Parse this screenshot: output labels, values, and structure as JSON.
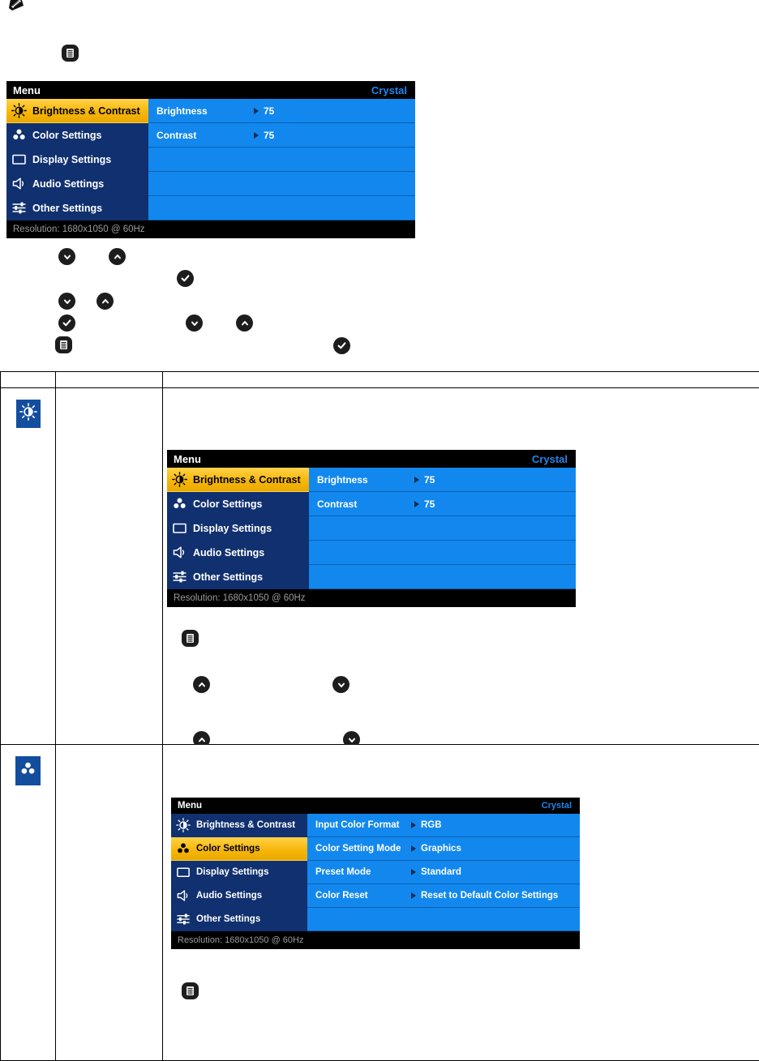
{
  "page": {
    "note_icon": "pencil-note-icon"
  },
  "keys": {
    "menu": "menu-key-icon",
    "up": "up-chevron-key-icon",
    "down": "down-chevron-key-icon",
    "ok": "checkmark-key-icon"
  },
  "osd_common": {
    "title": "Menu",
    "brand": "Crystal",
    "footer": "Resolution: 1680x1050 @ 60Hz",
    "sidebar": [
      {
        "label": "Brightness & Contrast",
        "icon": "brightness-icon"
      },
      {
        "label": "Color Settings",
        "icon": "color-dots-icon"
      },
      {
        "label": "Display Settings",
        "icon": "display-rect-icon"
      },
      {
        "label": "Audio Settings",
        "icon": "speaker-icon"
      },
      {
        "label": "Other Settings",
        "icon": "sliders-icon"
      }
    ]
  },
  "osd_brightness": {
    "selected_index": 0,
    "rows": [
      {
        "label": "Brightness",
        "value": "75"
      },
      {
        "label": "Contrast",
        "value": "75"
      },
      {
        "label": "",
        "value": ""
      },
      {
        "label": "",
        "value": ""
      },
      {
        "label": "",
        "value": ""
      }
    ]
  },
  "osd_color": {
    "selected_index": 1,
    "rows": [
      {
        "label": "Input Color Format",
        "value": "RGB"
      },
      {
        "label": "Color Setting Mode",
        "value": "Graphics"
      },
      {
        "label": "Preset Mode",
        "value": "Standard"
      },
      {
        "label": "Color Reset",
        "value": "Reset to Default Color Settings"
      },
      {
        "label": "",
        "value": ""
      }
    ]
  },
  "table": {
    "headers": [
      "",
      "",
      ""
    ],
    "rows": [
      {
        "icon": "brightness-icon",
        "name": "",
        "desc": ""
      },
      {
        "icon": "color-dots-icon",
        "name": "",
        "desc": ""
      }
    ]
  },
  "colors": {
    "osd_black": "#000000",
    "osd_blue_pane": "#1288ef",
    "osd_sidebar_navy": "#10306f",
    "osd_selected_amber": "#f7b70a",
    "brand_blue": "#1e86ef",
    "footer_gray": "#9b9b9b",
    "icon_tile_blue": "#134d9e"
  }
}
